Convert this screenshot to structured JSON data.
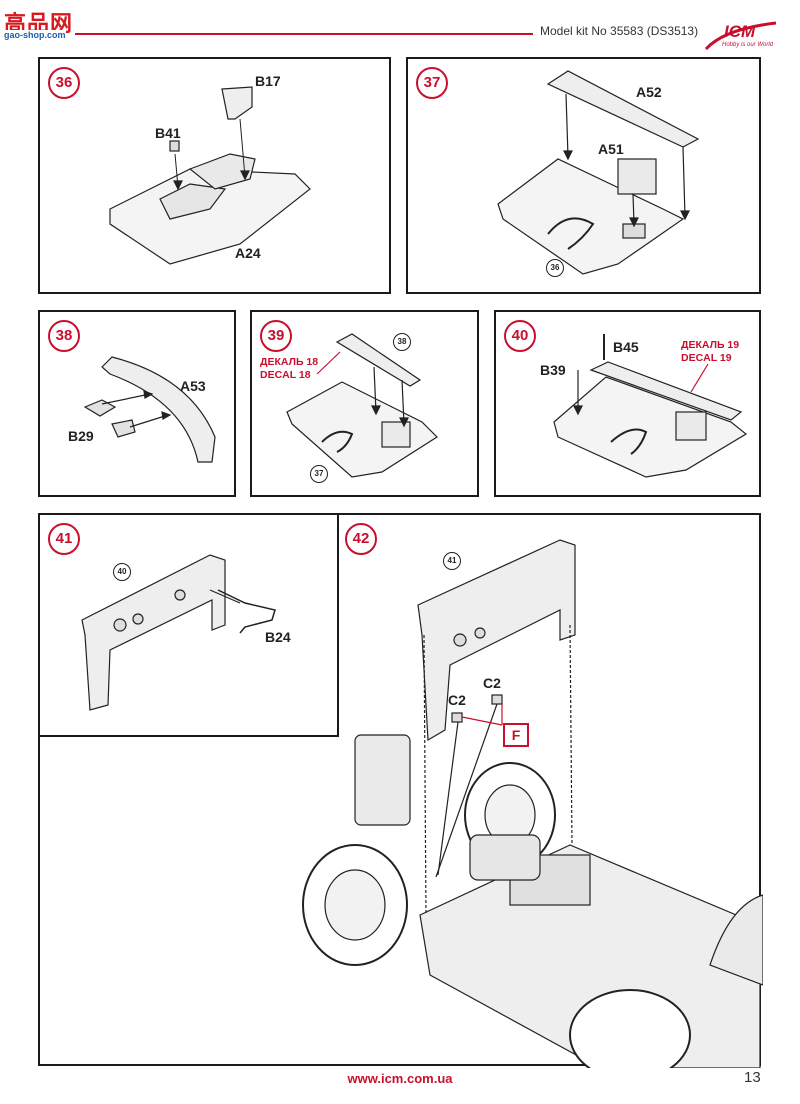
{
  "watermark": {
    "chars": "高品网",
    "url": "gao-shop.com"
  },
  "header": {
    "kit_title": "Model kit No 35583 (DS3513)"
  },
  "logo": {
    "text": "ICM",
    "tagline": "Hobby is our World"
  },
  "steps": [
    {
      "number": "36",
      "labels": [
        "B17",
        "B41",
        "A24"
      ]
    },
    {
      "number": "37",
      "labels": [
        "A52",
        "A51"
      ],
      "refs": [
        "36"
      ]
    },
    {
      "number": "38",
      "labels": [
        "A53",
        "B29"
      ]
    },
    {
      "number": "39",
      "decal": [
        "ДЕКАЛЬ 18",
        "DECAL 18"
      ],
      "refs": [
        "38",
        "37"
      ]
    },
    {
      "number": "40",
      "labels": [
        "B45",
        "B39"
      ],
      "decal": [
        "ДЕКАЛЬ 19",
        "DECAL 19"
      ]
    },
    {
      "number": "41",
      "labels": [
        "B24"
      ],
      "refs": [
        "40"
      ]
    },
    {
      "number": "42",
      "labels": [
        "C2",
        "C2"
      ],
      "refs": [
        "41"
      ],
      "color_code": "F"
    }
  ],
  "footer": {
    "url": "www.icm.com.ua",
    "page_number": "13"
  },
  "colors": {
    "accent": "#c8102e",
    "ink": "#1a1a1a"
  }
}
